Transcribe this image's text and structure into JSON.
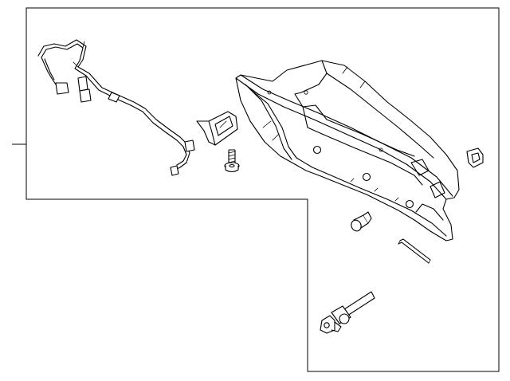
{
  "diagram": {
    "parts": [
      {
        "name": "wiring-harness",
        "icon": "harness-icon"
      },
      {
        "name": "mounting-bracket",
        "icon": "bracket-icon"
      },
      {
        "name": "bolt",
        "icon": "bolt-icon"
      },
      {
        "name": "glove-box-assembly",
        "icon": "glove-box-icon"
      },
      {
        "name": "retaining-clip",
        "icon": "clip-icon"
      },
      {
        "name": "bumper-stop",
        "icon": "bumper-icon"
      },
      {
        "name": "rod",
        "icon": "rod-icon"
      },
      {
        "name": "damper-strut",
        "icon": "damper-icon"
      }
    ]
  }
}
